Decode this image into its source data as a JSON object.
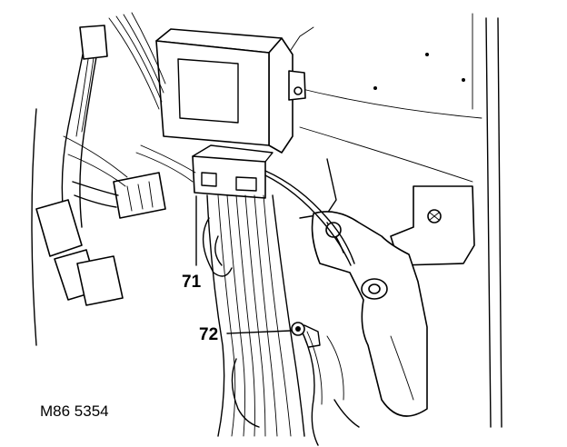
{
  "figure": {
    "reference": "M86 5354",
    "callouts": [
      {
        "id": "71",
        "label": "71"
      },
      {
        "id": "72",
        "label": "72"
      }
    ]
  }
}
